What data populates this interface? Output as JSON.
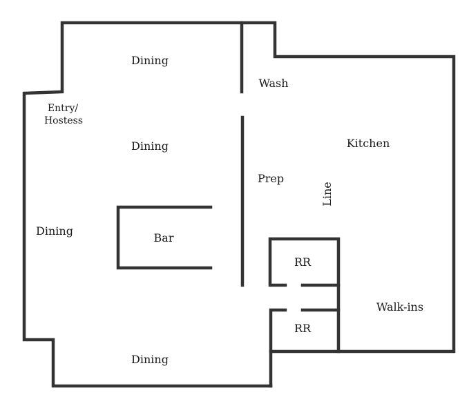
{
  "floorplan": {
    "labels": {
      "dining_top": "Dining",
      "entry_line1": "Entry/",
      "entry_line2": "Hostess",
      "dining_middle": "Dining",
      "dining_left": "Dining",
      "bar": "Bar",
      "dining_bottom": "Dining",
      "wash": "Wash",
      "prep": "Prep",
      "kitchen": "Kitchen",
      "line": "Line",
      "restroom_upper": "RR",
      "restroom_lower": "RR",
      "walk_ins": "Walk-ins"
    },
    "colors": {
      "wall": "#333333",
      "text": "#1a1a1a",
      "background": "#ffffff"
    }
  }
}
